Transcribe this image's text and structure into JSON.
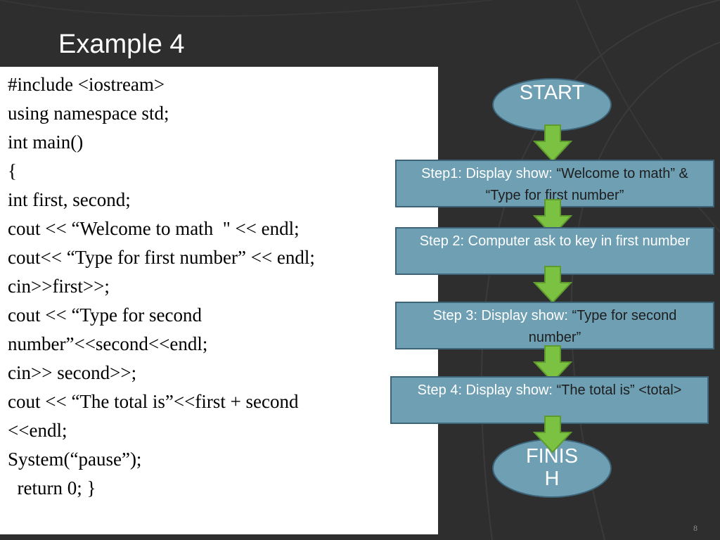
{
  "slide": {
    "title": "Example 4",
    "page_number": "8"
  },
  "code": {
    "lines": [
      "#include <iostream>",
      "using namespace std;",
      "int main()",
      "{",
      "int first, second;",
      "cout << “Welcome to math  \" << endl;",
      "cout<< “Type for first number” << endl;",
      "cin>>first>>;",
      "cout << “Type for second",
      "number”<<second<<endl;",
      "cin>> second>>;",
      "cout << “The total is”<<first + second",
      "<<endl;",
      "System(“pause”);",
      "  return 0; }"
    ]
  },
  "flowchart": {
    "start_label": "START",
    "finish_label": "FINISH",
    "step1": {
      "prefix": "Step1: Display show: ",
      "quoted": "“Welcome to math” & “Type for first number”"
    },
    "step2": {
      "text": "Step 2: Computer ask to key in first number"
    },
    "step3": {
      "prefix": "Step 3: Display show: ",
      "quoted": "“Type for second number”"
    },
    "step4": {
      "prefix": "Step 4: Display show: ",
      "quoted": "“The total is” <total>"
    }
  },
  "colors": {
    "background": "#2e2e2e",
    "shape_fill": "#6e9fb3",
    "shape_border": "#3d6478",
    "arrow_fill": "#7cc242"
  }
}
